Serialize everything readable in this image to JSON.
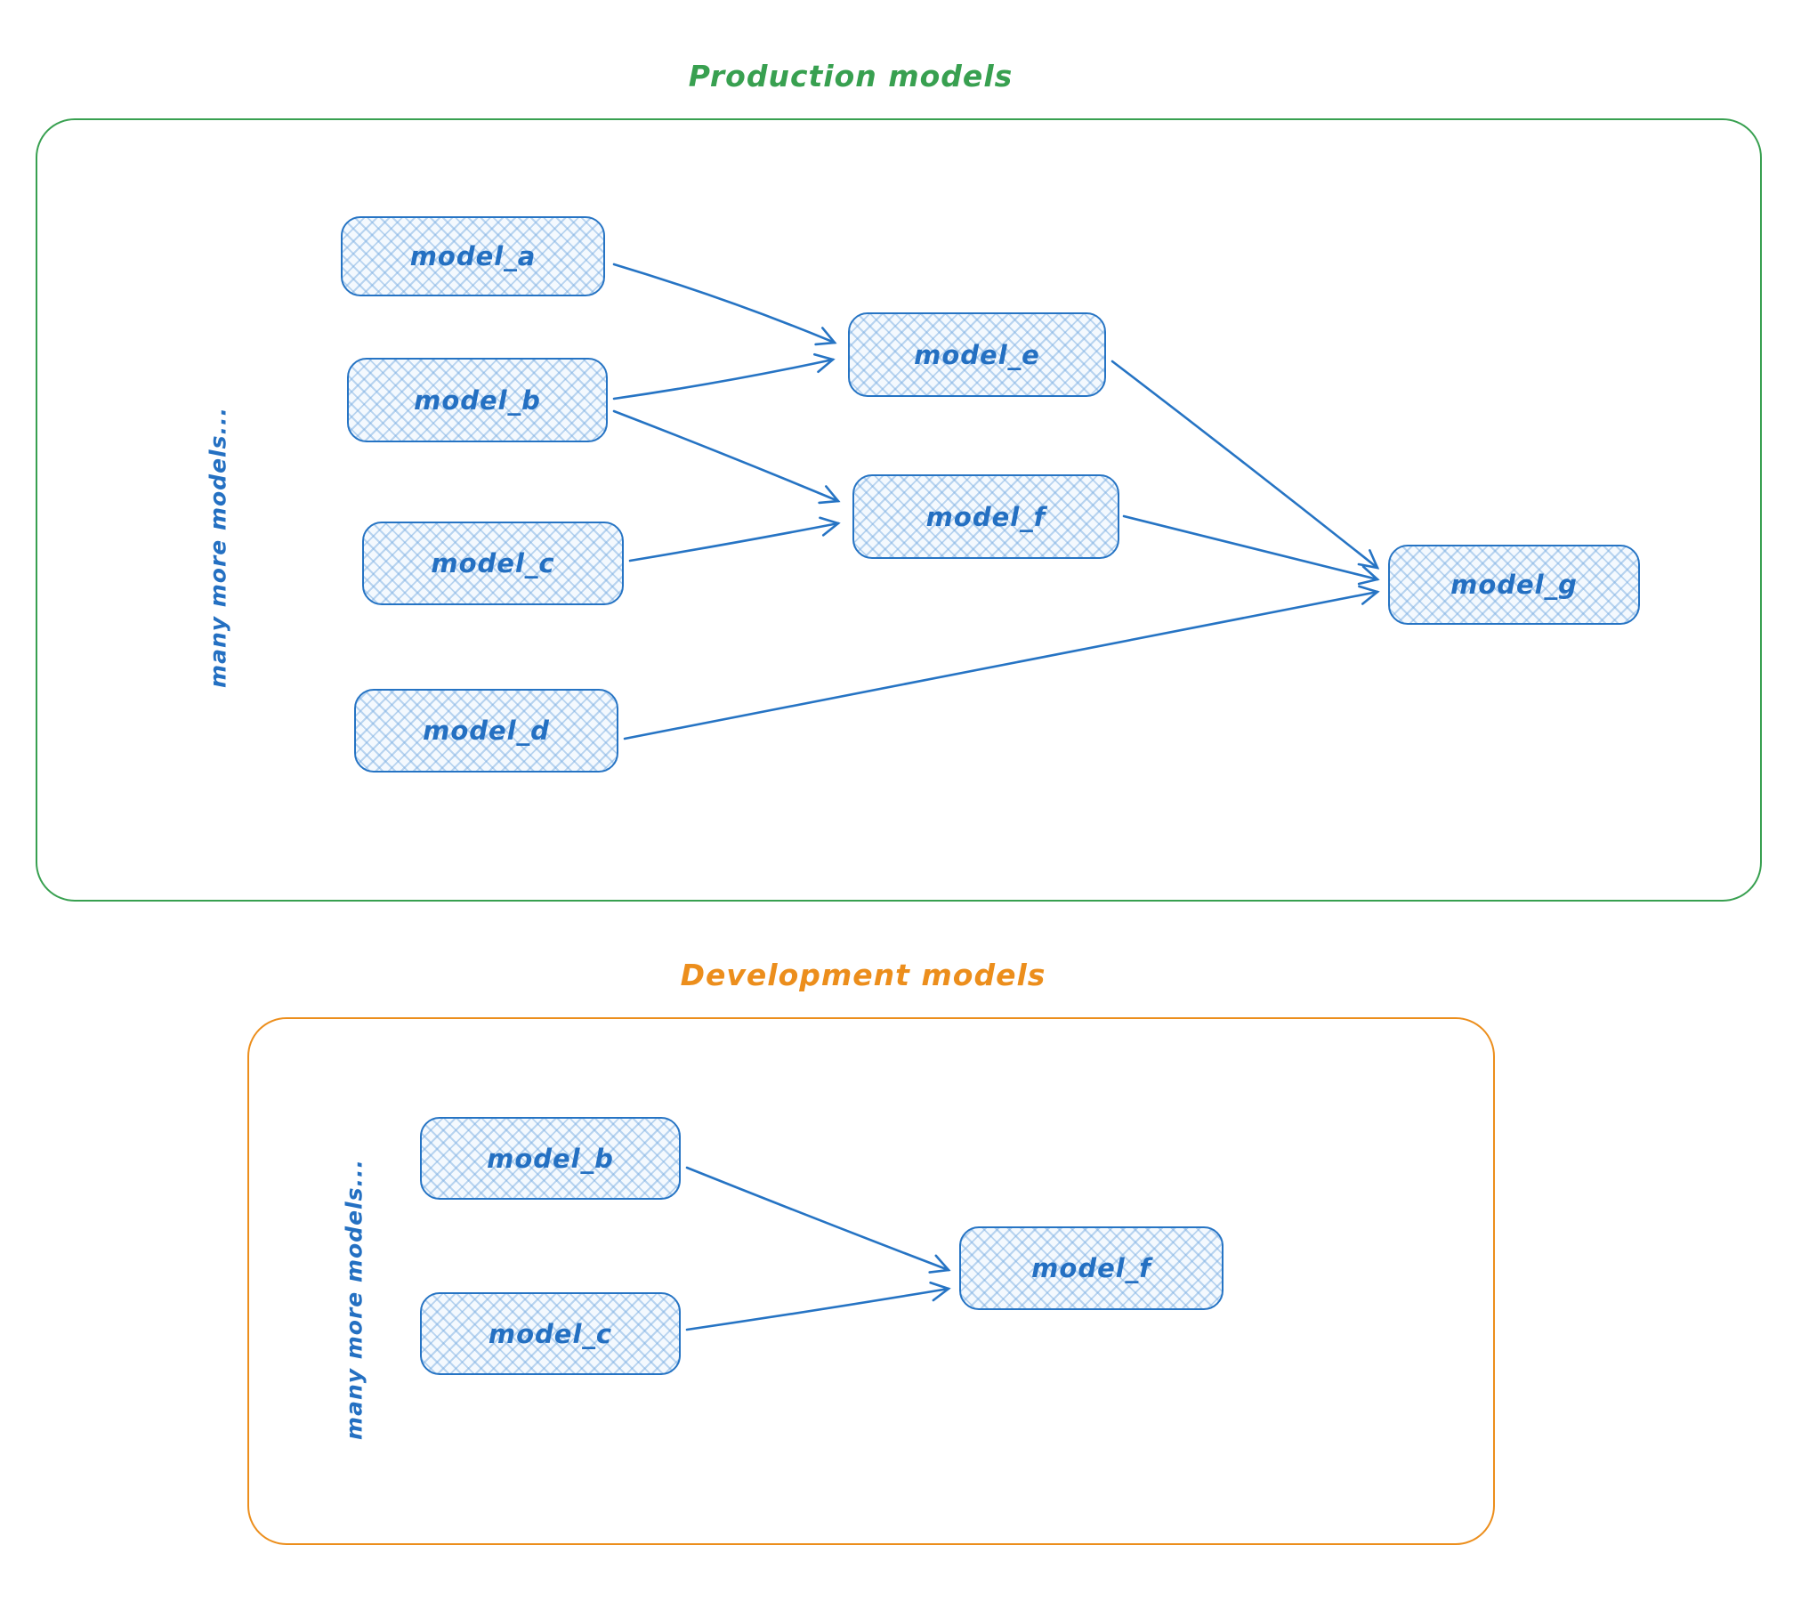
{
  "sections": {
    "production": {
      "title": "Production models",
      "side_note": "many more models...",
      "nodes": {
        "model_a": "model_a",
        "model_b": "model_b",
        "model_c": "model_c",
        "model_d": "model_d",
        "model_e": "model_e",
        "model_f": "model_f",
        "model_g": "model_g"
      },
      "edges": [
        {
          "from": "model_a",
          "to": "model_e"
        },
        {
          "from": "model_b",
          "to": "model_e"
        },
        {
          "from": "model_b",
          "to": "model_f"
        },
        {
          "from": "model_c",
          "to": "model_f"
        },
        {
          "from": "model_e",
          "to": "model_g"
        },
        {
          "from": "model_f",
          "to": "model_g"
        },
        {
          "from": "model_d",
          "to": "model_g"
        }
      ]
    },
    "development": {
      "title": "Development models",
      "side_note": "many more models...",
      "nodes": {
        "model_b": "model_b",
        "model_c": "model_c",
        "model_f": "model_f"
      },
      "edges": [
        {
          "from": "model_b",
          "to": "model_f"
        },
        {
          "from": "model_c",
          "to": "model_f"
        }
      ]
    }
  },
  "colors": {
    "node_stroke": "#2674c4",
    "node_text": "#2470c2",
    "production_accent": "#38a050",
    "development_accent": "#ec8e1c"
  }
}
